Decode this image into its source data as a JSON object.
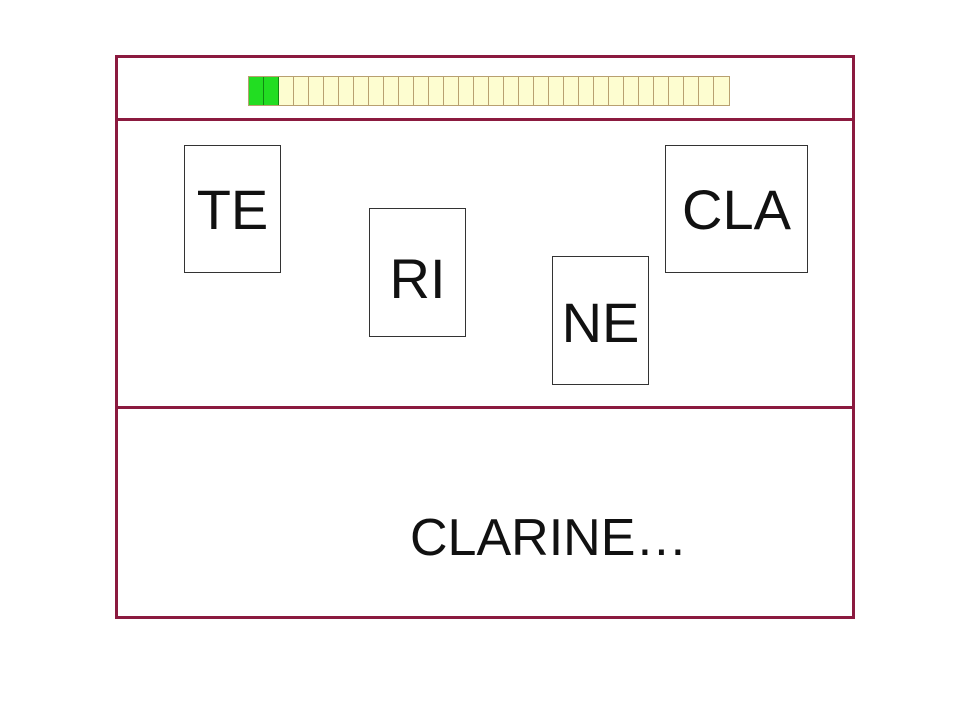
{
  "colors": {
    "frame": "#8b1a3f",
    "progress_filled": "#22dd22",
    "progress_empty": "#fdfdd0"
  },
  "progress": {
    "filled_segments": 2,
    "total_segments": 32
  },
  "cards": {
    "te": "TE",
    "ri": "RI",
    "ne": "NE",
    "cla": "CLA"
  },
  "answer": {
    "text": "CLARINE…"
  }
}
